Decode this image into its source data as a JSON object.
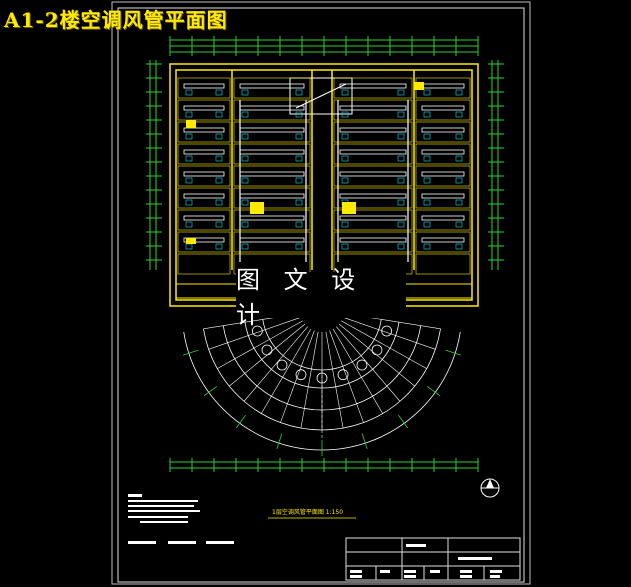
{
  "title": "A1-2楼空调风管平面图",
  "watermark": "图 文 设 计",
  "drawing_caption": "1层空调风管平面图 1:150",
  "colors": {
    "background": "#000000",
    "frame": "#d8d8d8",
    "duct": "#ffffff",
    "wall": "#ffea00",
    "dimension": "#2bd52b",
    "room_accent": "#00e5ff",
    "label": "#ffea00"
  },
  "compass_icon": "north-arrow-icon"
}
